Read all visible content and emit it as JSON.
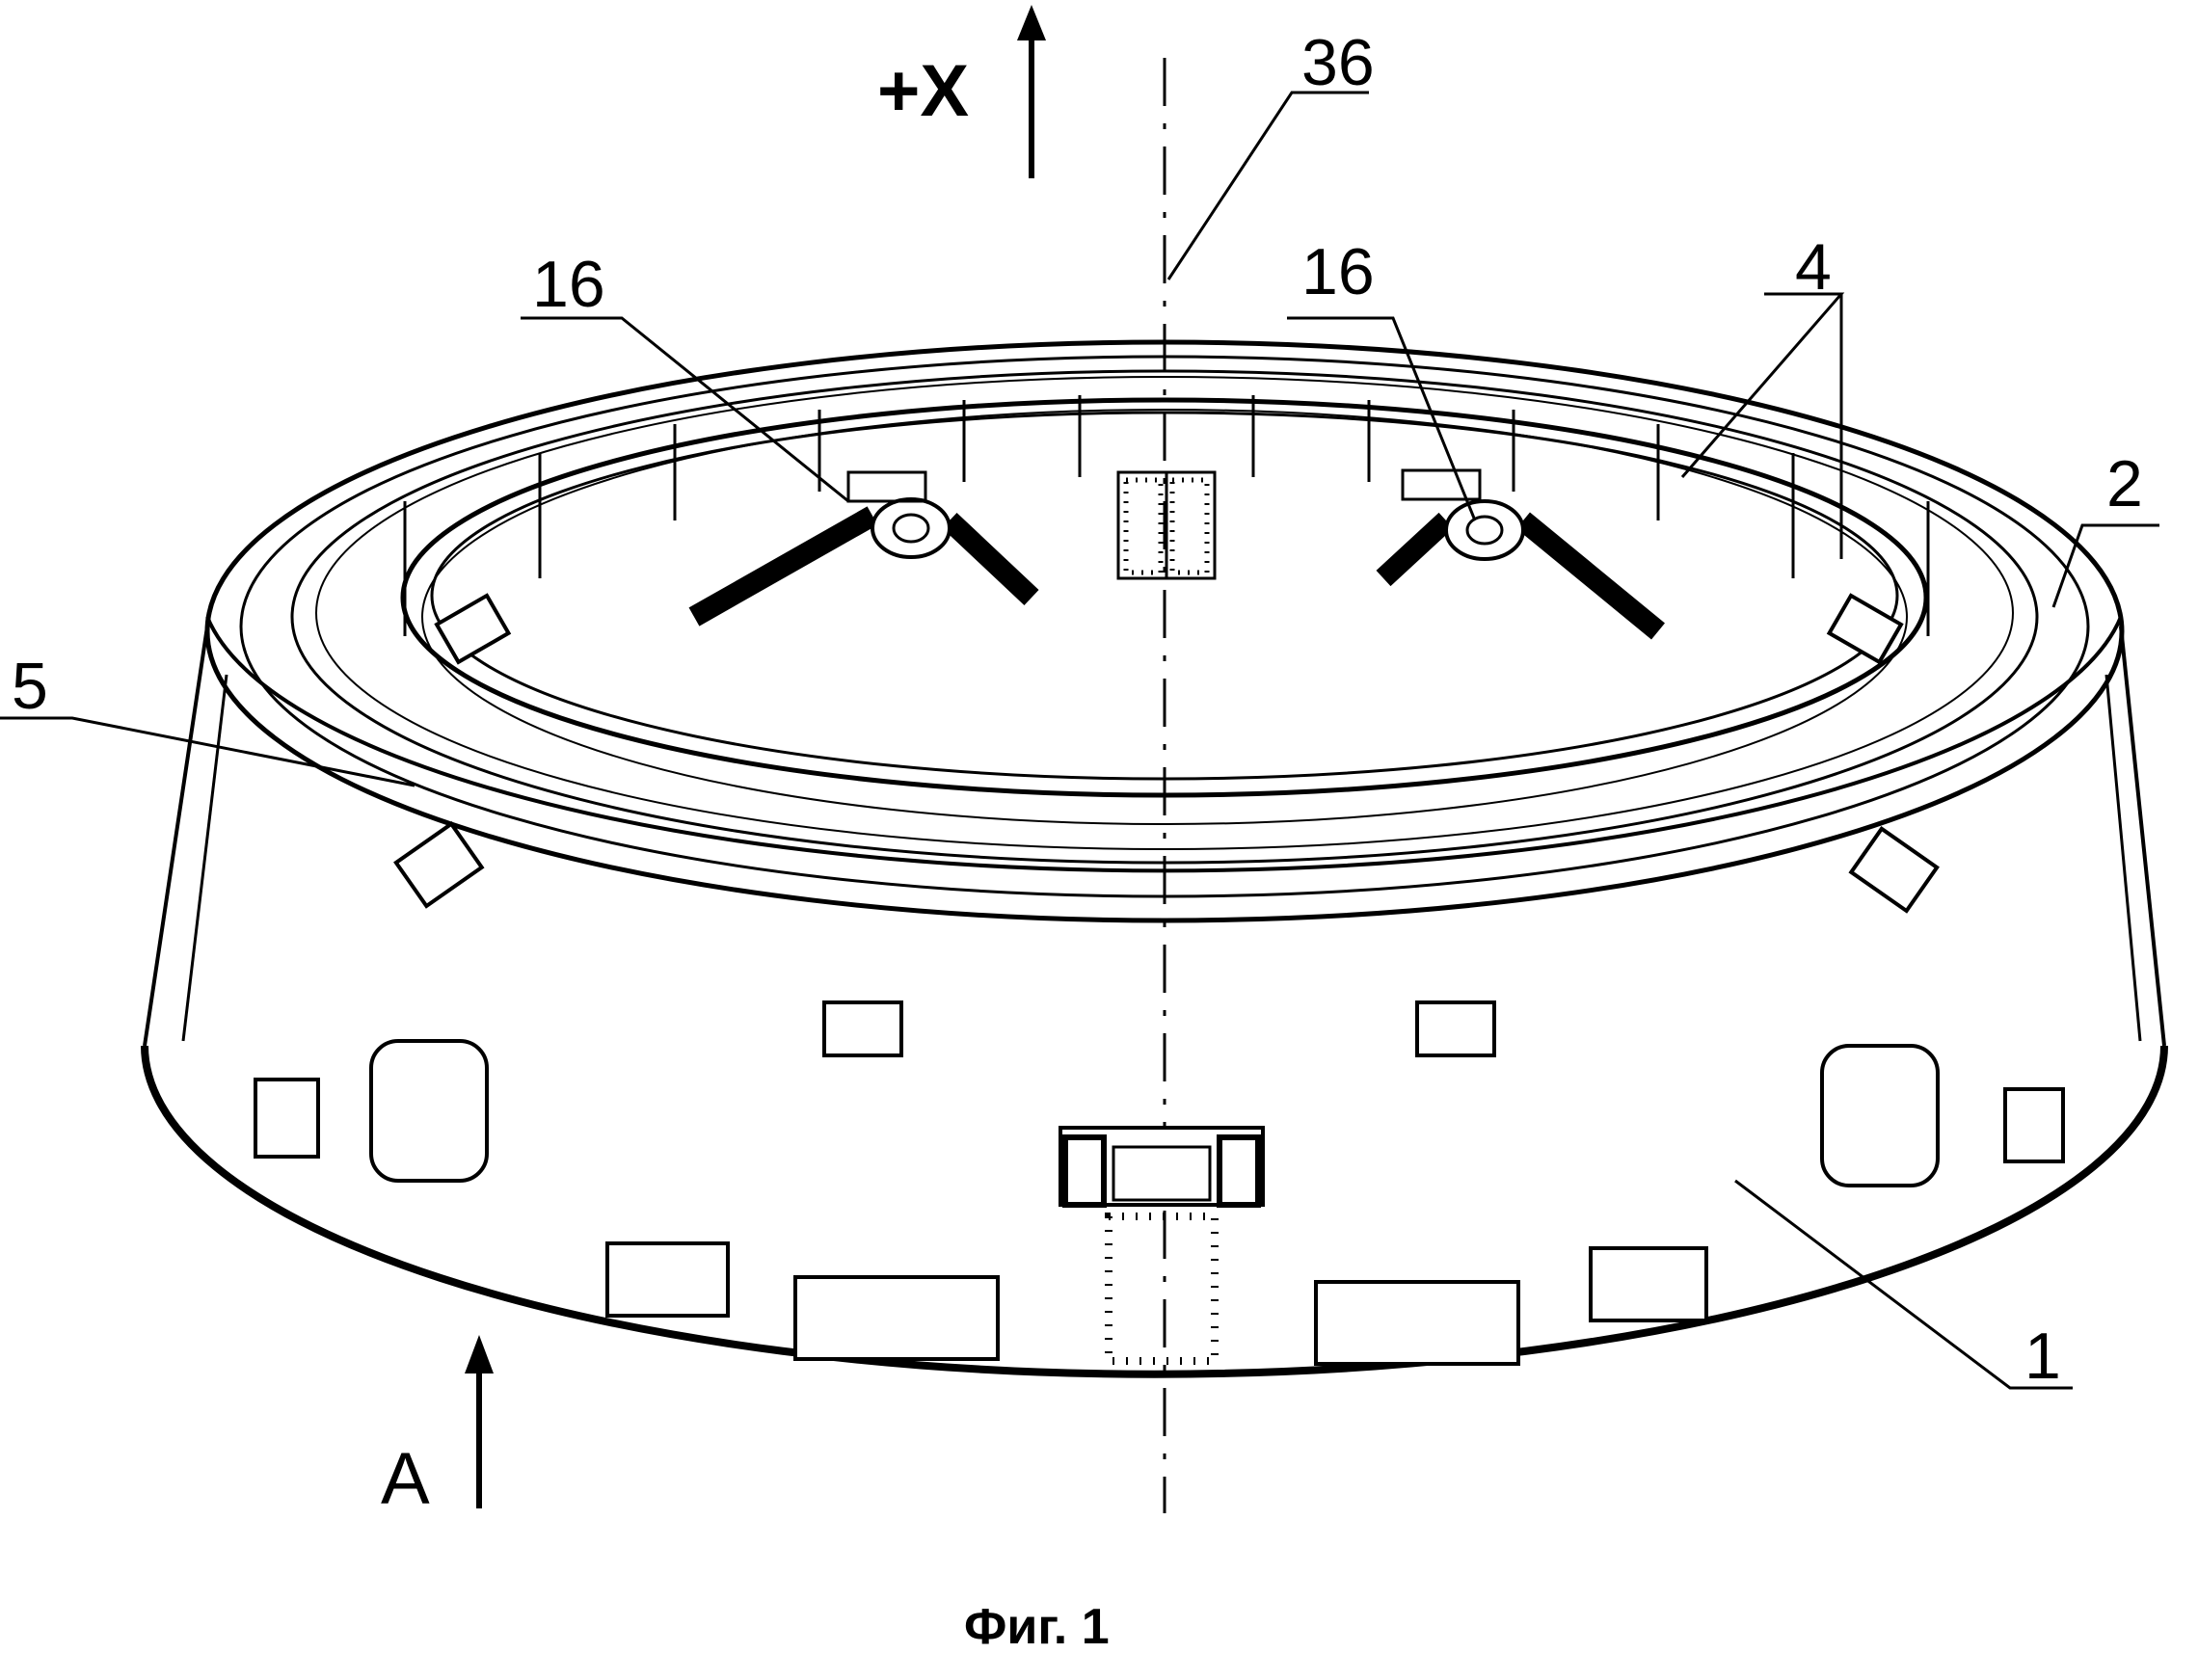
{
  "labels": {
    "axis_x": "+X",
    "ref_36": "36",
    "ref_16_left": "16",
    "ref_16_right": "16",
    "ref_4": "4",
    "ref_2": "2",
    "ref_5": "5",
    "ref_1": "1",
    "view_a": "A"
  },
  "caption": "Фиг. 1"
}
